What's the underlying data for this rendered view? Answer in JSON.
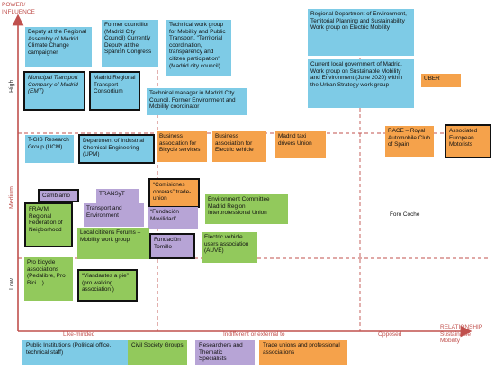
{
  "axes": {
    "y_title": "POWER/\nINFLUENCE",
    "y_levels": {
      "high": "High",
      "medium": "Medium",
      "low": "Low"
    },
    "x_title": "RELATIONSHIP\nSustainable\nMobility",
    "x_labels": {
      "like_minded": "Like-minded",
      "indifferent": "Indifferent or external to",
      "opposed": "Opposed"
    }
  },
  "boxes": [
    {
      "id": "deputy-assembly",
      "color": "blue",
      "bold": false,
      "italic": false,
      "text": "Deputy at the Regional Assembly of Madrid. Climate Change campaigner"
    },
    {
      "id": "former-councillor",
      "color": "blue",
      "bold": false,
      "italic": false,
      "text": "Former councillor (Madrid City Council) Currently Deputy at the Spanish Congress"
    },
    {
      "id": "technical-work-group",
      "color": "blue",
      "bold": false,
      "italic": false,
      "text": "Technical work group for Mobility and Public Transport. \"Territorial coordination, transparency and citizen participation\" (Madrid city council)"
    },
    {
      "id": "regional-department",
      "color": "blue",
      "bold": false,
      "italic": false,
      "text": "Regional Department of Environment, Territorial Planning and Sustainability Work group on Electric Mobility"
    },
    {
      "id": "current-local-government",
      "color": "blue",
      "bold": false,
      "italic": false,
      "text": "Current local government of Madrid. Work group on Sustainable Mobility and Environment  (June 2020) within the Urban Strategy work group"
    },
    {
      "id": "emt",
      "color": "blue",
      "bold": true,
      "italic": true,
      "text": "Municipal Transport Company of Madrid (EMT)"
    },
    {
      "id": "regional-transport-consortium",
      "color": "blue",
      "bold": true,
      "italic": false,
      "text": "Madrid Regional Transport Consortium"
    },
    {
      "id": "technical-manager",
      "color": "blue",
      "bold": false,
      "italic": false,
      "text": "Technical manager in Madrid City Council. Former Environment and Mobility coordinator"
    },
    {
      "id": "uber",
      "color": "orange",
      "bold": false,
      "italic": false,
      "text": "UBER"
    },
    {
      "id": "tgis",
      "color": "blue",
      "bold": false,
      "italic": false,
      "text": "T-GIS Research Group (UCM)"
    },
    {
      "id": "dept-industrial-chemical",
      "color": "blue",
      "bold": true,
      "italic": false,
      "text": "Department of Industrial Chemical Engineering (UPM)"
    },
    {
      "id": "business-bicycle",
      "color": "orange",
      "bold": false,
      "italic": false,
      "text": "Business association for Bicycle services"
    },
    {
      "id": "business-electric",
      "color": "orange",
      "bold": false,
      "italic": false,
      "text": "Business association for Electric vehicle"
    },
    {
      "id": "madrid-taxi",
      "color": "orange",
      "bold": false,
      "italic": false,
      "text": "Madrid taxi drivers Union"
    },
    {
      "id": "race",
      "color": "orange",
      "bold": false,
      "italic": false,
      "text": "RACE – Royal Automobile Club of Spain"
    },
    {
      "id": "associated-european-motorists",
      "color": "orange",
      "bold": true,
      "italic": false,
      "text": "Associated European Motorists"
    },
    {
      "id": "cambiamo",
      "color": "purple",
      "bold": true,
      "italic": false,
      "text": "Cambiamo"
    },
    {
      "id": "transyt",
      "color": "purple",
      "bold": false,
      "italic": false,
      "text": "TRANSyT"
    },
    {
      "id": "comisiones-obreras",
      "color": "orange",
      "bold": true,
      "italic": false,
      "text": "“Comisiones obreras” trade-union"
    },
    {
      "id": "transport-environment",
      "color": "purple",
      "bold": false,
      "italic": false,
      "text": "Transport and Environment"
    },
    {
      "id": "fundacion-movilidad",
      "color": "purple",
      "bold": false,
      "italic": false,
      "text": "“Fundación Movilidad”"
    },
    {
      "id": "environment-committee",
      "color": "green",
      "bold": false,
      "italic": false,
      "text": "Environment Committee Madrid Region Interprofessional Union"
    },
    {
      "id": "foro-coche",
      "color": "white",
      "bold": false,
      "italic": false,
      "text": "Foro Coche"
    },
    {
      "id": "fravm",
      "color": "green",
      "bold": true,
      "italic": false,
      "text": "FRAVM Regional Federation of Neigborhood"
    },
    {
      "id": "local-citizens-forums",
      "color": "green",
      "bold": false,
      "italic": false,
      "text": "Local citizens Forums – Mobility work group"
    },
    {
      "id": "fundacion-tomillo",
      "color": "purple",
      "bold": true,
      "italic": false,
      "text": "Fundación Tomillo"
    },
    {
      "id": "electric-vehicle-users",
      "color": "green",
      "bold": false,
      "italic": false,
      "text": "Electric vehicle users association (AUVE)"
    },
    {
      "id": "pro-bicycle",
      "color": "green",
      "bold": false,
      "italic": false,
      "text": "Pro bicycle associations (Pedalibre, Pro Bici…)"
    },
    {
      "id": "viandantes",
      "color": "green",
      "bold": true,
      "italic": false,
      "text": "“Viandantes a pie” (pro walking association )"
    }
  ],
  "legend": [
    {
      "color": "blue",
      "text": "Public Institutions (Political office, technical staff)"
    },
    {
      "color": "green",
      "text": "Civil Society Groups"
    },
    {
      "color": "purple",
      "text": "Researchers and Thematic Specialists"
    },
    {
      "color": "orange",
      "text": "Trade unions and professional associations"
    }
  ],
  "colors": {
    "blue": "#7ecbe6",
    "green": "#92c95c",
    "purple": "#b7a4d6",
    "orange": "#f5a24b",
    "axis": "#c0504d"
  }
}
